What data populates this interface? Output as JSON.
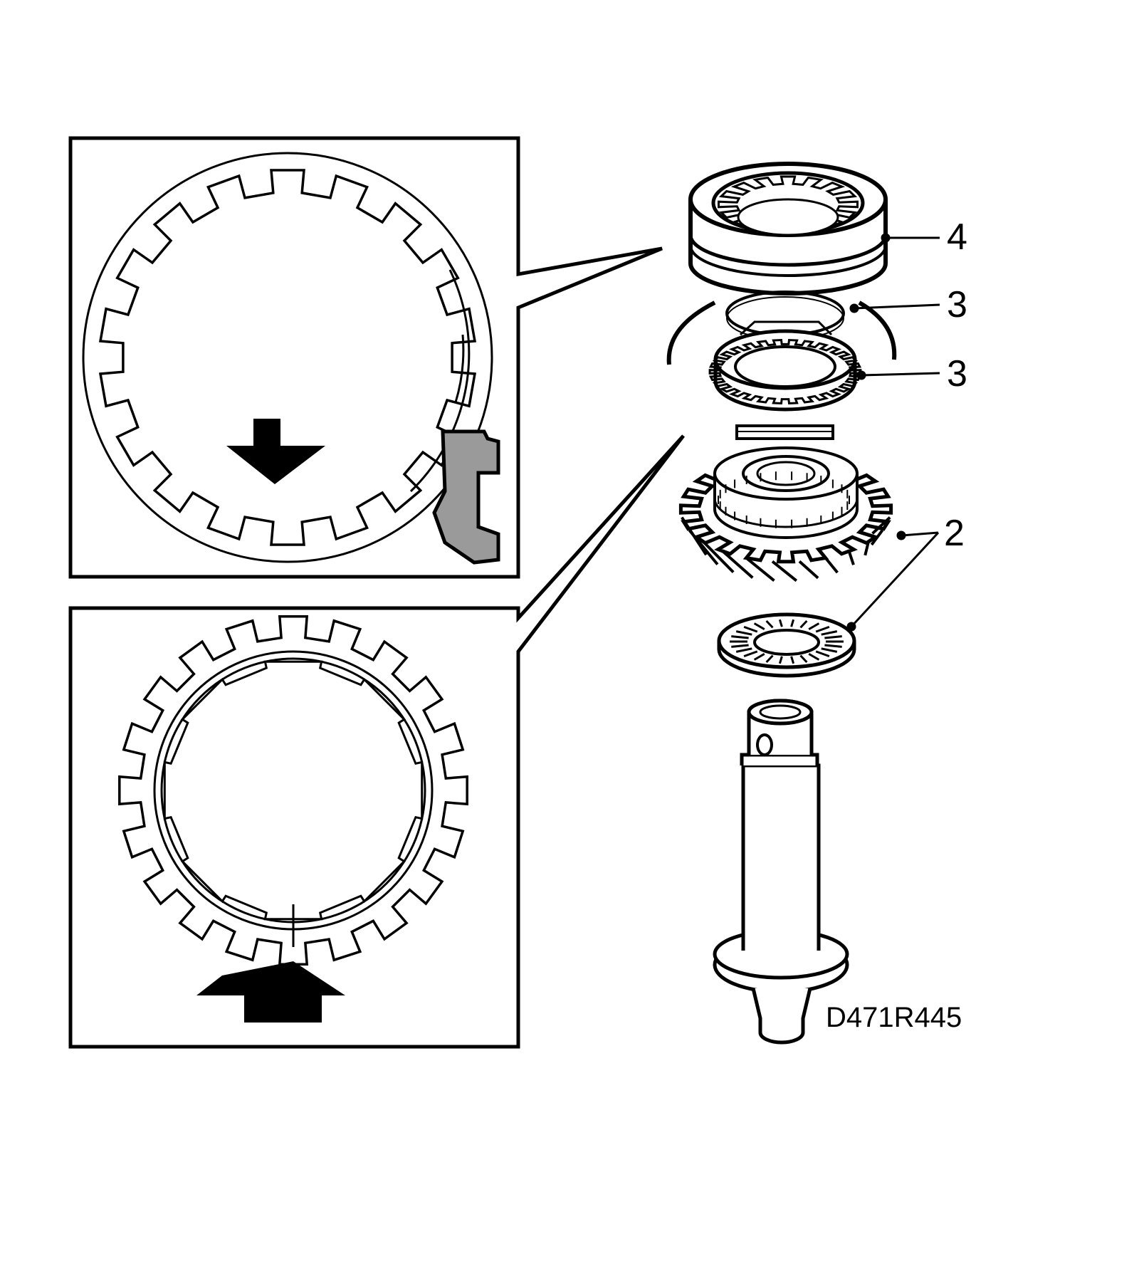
{
  "diagram": {
    "drawing_code": "D471R445",
    "callouts": [
      {
        "id": "synchro-sleeve",
        "label": "4"
      },
      {
        "id": "synchro-spring",
        "label": "3"
      },
      {
        "id": "synchro-ring",
        "label": "3"
      },
      {
        "id": "gear-and-bearing",
        "label": "2"
      }
    ],
    "insets": [
      {
        "id": "inset-sleeve-teeth",
        "arrow": "down",
        "shows": "synchro-sleeve"
      },
      {
        "id": "inset-ring-teeth",
        "arrow": "up",
        "shows": "synchro-ring"
      }
    ],
    "colors": {
      "ink": "#000000",
      "background": "#ffffff",
      "shaded_profile": "#9a9a9a"
    }
  }
}
